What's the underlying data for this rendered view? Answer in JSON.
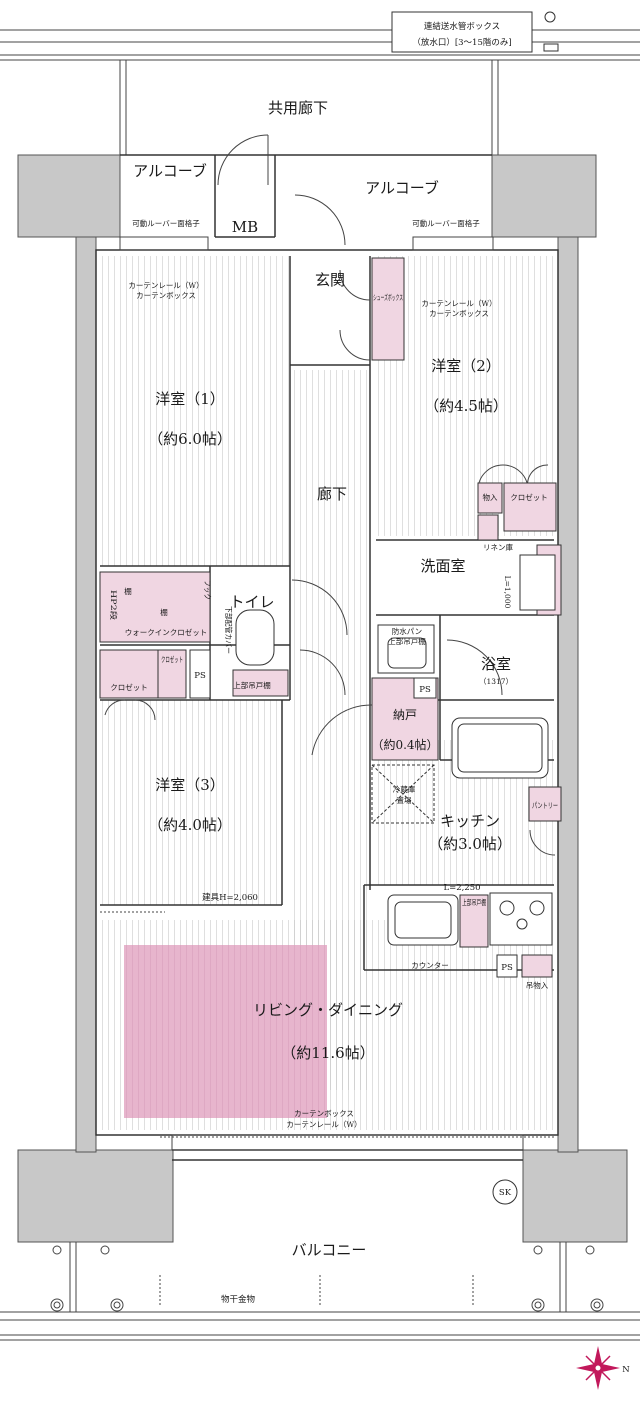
{
  "header_box": {
    "line1": "連結送水管ボックス",
    "line2": "（放水口）[3～15階のみ]"
  },
  "corridor": "共用廊下",
  "alcove_left": "アルコーブ",
  "alcove_right": "アルコーブ",
  "mb": "MB",
  "louver_left": "可動ルーバー面格子",
  "louver_right": "可動ルーバー面格子",
  "curtain_left_1": "カーテンレール（W）",
  "curtain_left_2": "カーテンボックス",
  "curtain_right_1": "カーテンレール（W）",
  "curtain_right_2": "カーテンボックス",
  "entrance": "玄関",
  "shoes_box": "シューズボックス",
  "room1_name": "洋室（1）",
  "room1_size": "（約6.0帖）",
  "room2_name": "洋室（2）",
  "room2_size": "（約4.5帖）",
  "hallway": "廊下",
  "mono_ire": "物入",
  "closet_r2": "クロゼット",
  "linen": "リネン庫",
  "washroom": "洗面室",
  "l_dim": "L=1,000",
  "hp": "HP2段",
  "tana1": "棚",
  "tana2": "棚",
  "hook": "フック",
  "wic": "ウォークインクロゼット",
  "toilet": "トイレ",
  "pipe_cover": "下部配管カバー",
  "upper_cab": "上部吊戸棚",
  "waterproof_1": "防水パン",
  "waterproof_2": "上部吊戸棚",
  "bath": "浴室",
  "bath_size": "（1317）",
  "closet_a": "クロゼット",
  "closet_b": "クロゼット",
  "ps_1": "PS",
  "ps_2": "PS",
  "ps_3": "PS",
  "nando": "納戸",
  "nando_size": "（約0.4帖）",
  "room3_name": "洋室（3）",
  "room3_size": "（約4.0帖）",
  "fridge_1": "冷蔵庫",
  "fridge_2": "置場",
  "pantry": "パントリー",
  "kitchen": "キッチン",
  "kitchen_size": "（約3.0帖）",
  "door_h": "建具H=2,060",
  "kitchen_l": "L=2,250",
  "upper_cab2": "上部吊戸棚",
  "counter": "カウンター",
  "hanging": "吊物入",
  "living": "リビング・ダイニング",
  "living_size": "（約11.6帖）",
  "curtain_bottom_1": "カーテンボックス",
  "curtain_bottom_2": "カーテンレール（W）",
  "sk": "SK",
  "balcony": "バルコニー",
  "laundry": "物干金物",
  "north": "N",
  "colors": {
    "pink": "#f0d6e2",
    "living_pink": "#e7b5cd",
    "wall": "#c8c8c8",
    "wall_line": "#555555",
    "accent": "#c2185b"
  }
}
